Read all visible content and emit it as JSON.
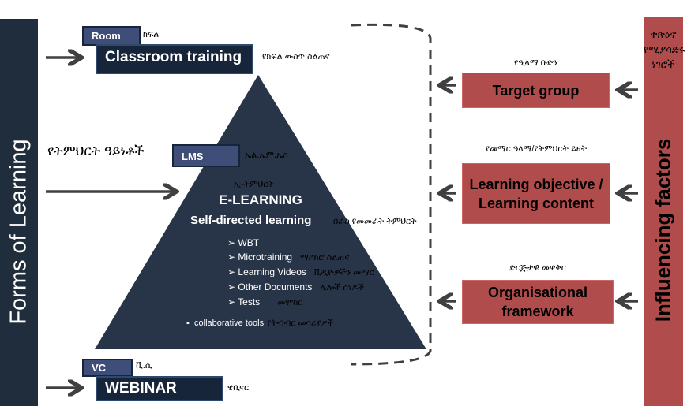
{
  "left_bar": {
    "title": "Forms of Learning"
  },
  "right_bar": {
    "amharic": "ተጽዕኖ የሚያሳድሩ ነገሮች",
    "title": "Influencing factors"
  },
  "forms_label_amharic": "የትምህርት ዓይነቶች",
  "classroom": {
    "tag": "Room",
    "tag_am": "ክፍል",
    "title": "Classroom training",
    "title_am": "የክፍል ውስጥ ስልጠና"
  },
  "elearning": {
    "tag": "LMS",
    "tag_am": "ኤል.ኤም.ኤስ",
    "title_am": "ኢ-ትምህርት",
    "title": "E-LEARNING",
    "subtitle": "Self-directed learning",
    "subtitle_am": "በራስ የመመራት ትምህርት",
    "items": [
      {
        "label": "WBT",
        "am": ""
      },
      {
        "label": "Microtraining",
        "am": "ማይክሮ ስልጠና"
      },
      {
        "label": "Learning Videos",
        "am": "ቪዲዮዎችን መማር"
      },
      {
        "label": "Other Documents",
        "am": "ሌሎች ሰነዶች"
      },
      {
        "label": "Tests",
        "am": "መሞከር"
      }
    ],
    "collab": "collaborative tools",
    "collab_am": "የትብብር መሳሪያዎች"
  },
  "webinar": {
    "tag": "VC",
    "tag_am": "ቪ.ሲ",
    "title": "WEBINAR",
    "title_am": "ዌቢናር"
  },
  "factors": [
    {
      "label": "Target group",
      "am": "የዒላማ ቡድን"
    },
    {
      "label": "Learning objective / Learning content",
      "am": "የመማር ዓላማ/የትምህርት ይዘት"
    },
    {
      "label": "Organisational framework",
      "am": "ድርጅታዊ መዋቅር"
    }
  ]
}
